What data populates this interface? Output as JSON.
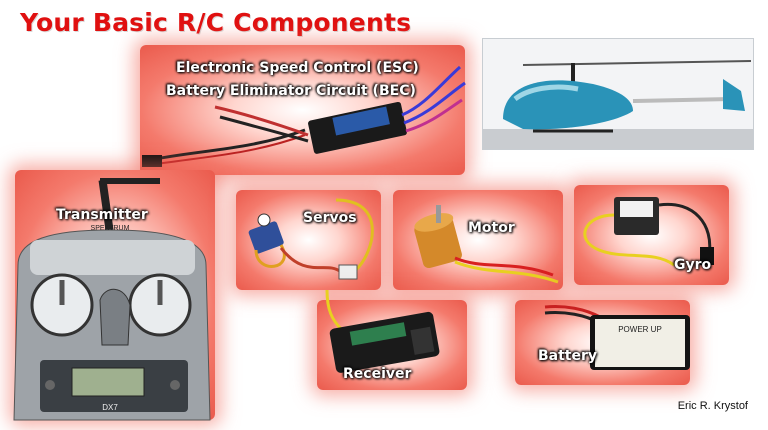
{
  "slide": {
    "title": "Your Basic R/C Components",
    "credit": "Eric R. Krystof",
    "colors": {
      "title": "#e01010",
      "panel_glow": "#f47a6c",
      "label_text": "#ffffff"
    }
  },
  "components": {
    "esc_label": "Electronic Speed Control (ESC)",
    "bec_label": "Battery Eliminator Circuit (BEC)",
    "transmitter_label": "Transmitter",
    "servos_label": "Servos",
    "motor_label": "Motor",
    "gyro_label": "Gyro",
    "receiver_label": "Receiver",
    "battery_label": "Battery"
  },
  "device_text": {
    "transmitter_brand": "SPEKTRUM",
    "transmitter_model": "DX7",
    "battery_text": "POWER UP"
  }
}
